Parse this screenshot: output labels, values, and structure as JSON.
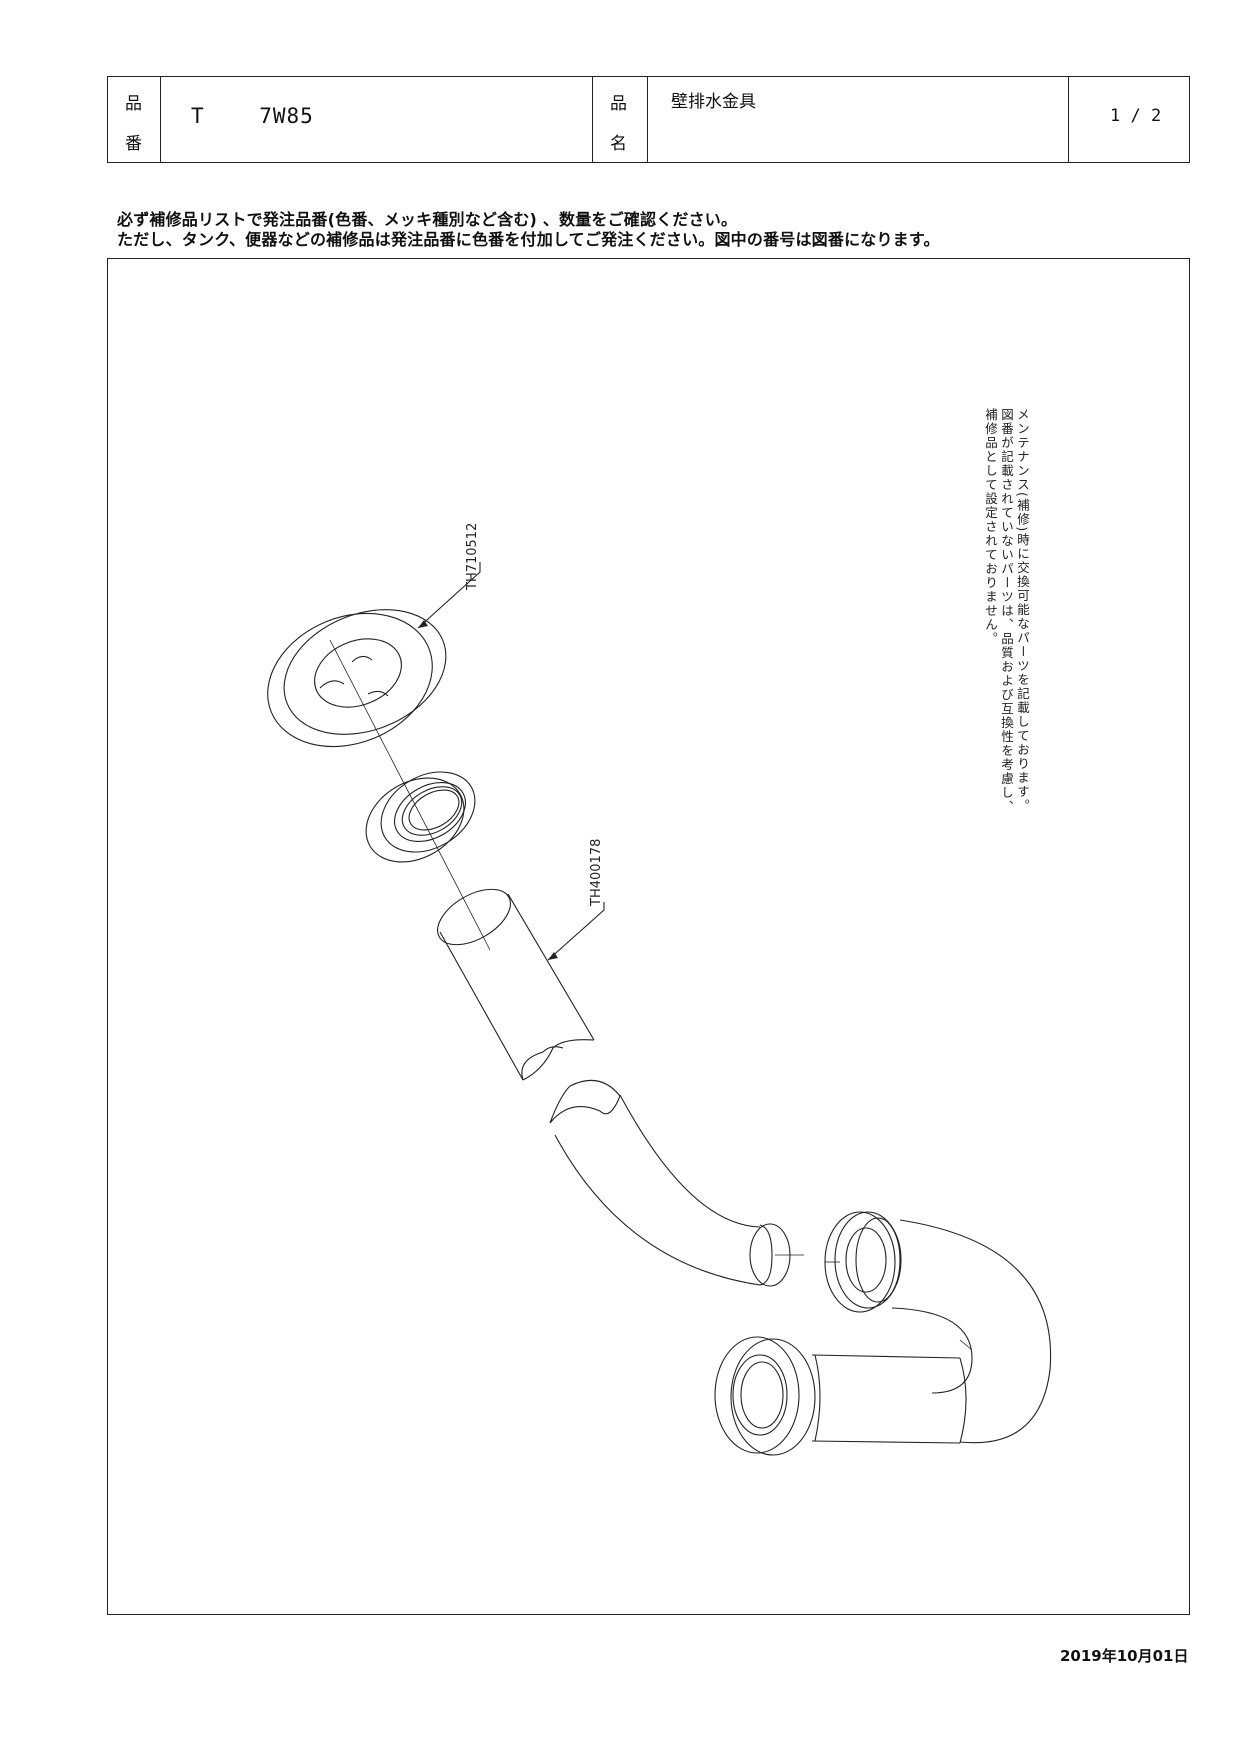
{
  "header": {
    "hinban_label_top": "品",
    "hinban_label_bottom": "番",
    "product_code": "T    7W85",
    "hinmei_label_top": "品",
    "hinmei_label_bottom": "名",
    "product_name": "壁排水金具",
    "page_indicator": "1 / 2"
  },
  "notes": {
    "line1": "必ず補修品リストで発注品番(色番、メッキ種別など含む) 、数量をご確認ください。",
    "line2": "ただし、タンク、便器などの補修品は発注品番に色番を付加してご発注ください。図中の番号は図番になります。"
  },
  "diagram": {
    "part_labels": [
      "TH710512",
      "TH400178"
    ],
    "side_note": [
      "メンテナンス(補修)時に交換可能なパーツを記載しております。",
      "図番が記載されていないパーツは、品質および互換性を考慮し、",
      "補修品として設定されておりません。"
    ]
  },
  "footer": {
    "date": "2019年10月01日"
  }
}
